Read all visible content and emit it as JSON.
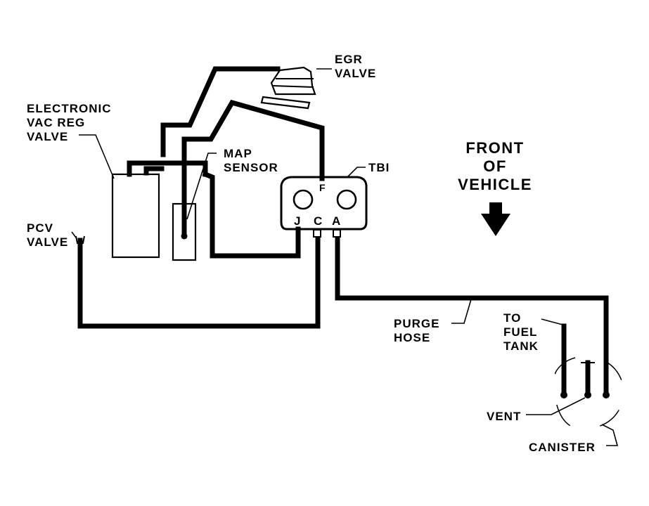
{
  "labels": {
    "egr_line1": "EGR",
    "egr_line2": "VALVE",
    "evrv_line1": "ELECTRONIC",
    "evrv_line2": "VAC REG",
    "evrv_line3": "VALVE",
    "map_line1": "MAP",
    "map_line2": "SENSOR",
    "tbi": "TBI",
    "port_f": "F",
    "port_j": "J",
    "port_c": "C",
    "port_a": "A",
    "pcv_line1": "PCV",
    "pcv_line2": "VALVE",
    "front_line1": "FRONT",
    "front_line2": "OF",
    "front_line3": "VEHICLE",
    "purge_line1": "PURGE",
    "purge_line2": "HOSE",
    "fuel_line1": "TO",
    "fuel_line2": "FUEL",
    "fuel_line3": "TANK",
    "vent": "VENT",
    "canister": "CANISTER"
  }
}
